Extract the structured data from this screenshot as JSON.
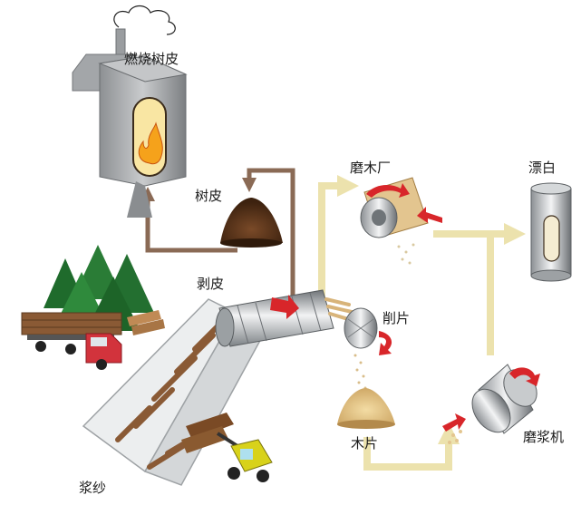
{
  "labels": {
    "burn_bark": "燃烧树皮",
    "bark": "树皮",
    "debarking": "剥皮",
    "wood_mill": "磨木厂",
    "bleaching": "漂白",
    "chipping": "削片",
    "wood_chips": "木片",
    "refiner": "磨浆机",
    "pulp_yarn": "浆纱"
  },
  "colors": {
    "bark_flow": "#8a6a55",
    "wood_flow": "#ece2ad",
    "flame": "#f5a21b",
    "red_arrow": "#d8262a",
    "steel": "#b9bcbf"
  }
}
